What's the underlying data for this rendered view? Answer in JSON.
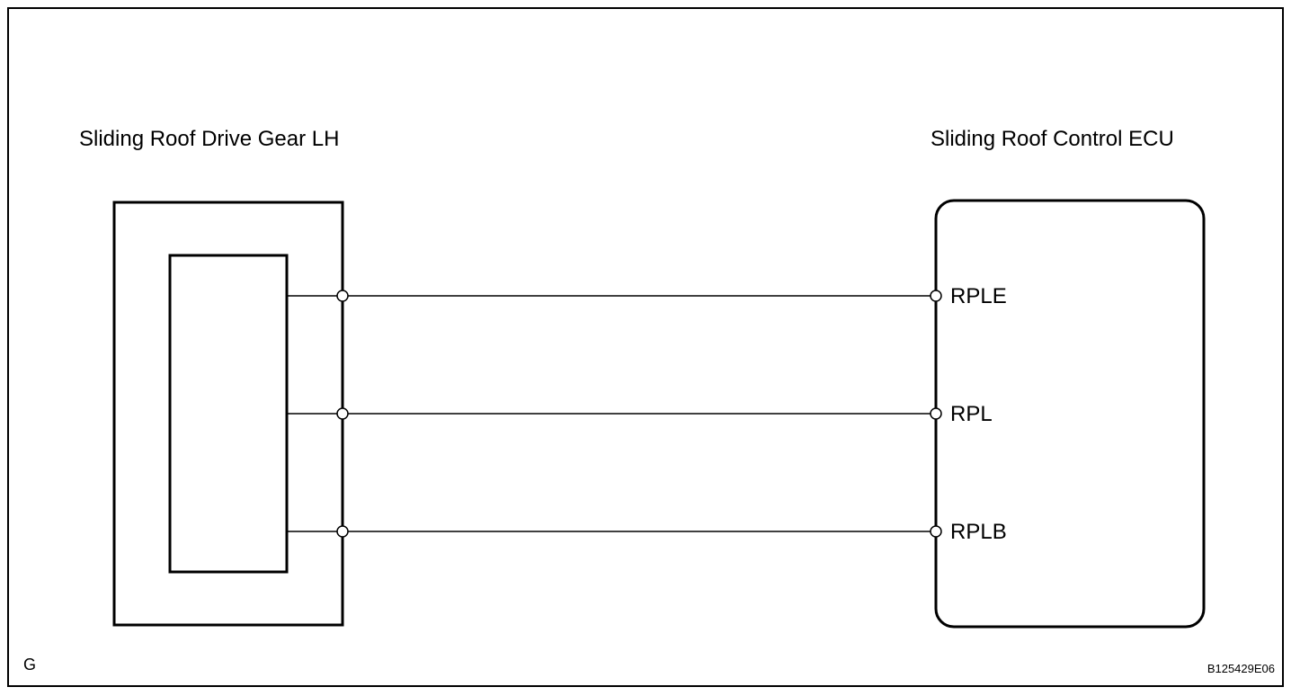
{
  "components": {
    "left": {
      "title": "Sliding Roof Drive Gear LH"
    },
    "right": {
      "title": "Sliding Roof Control ECU"
    }
  },
  "pins": [
    {
      "label": "RPLE"
    },
    {
      "label": "RPL"
    },
    {
      "label": "RPLB"
    }
  ],
  "corner_letter": "G",
  "figure_id": "B125429E06",
  "colors": {
    "line": "#000000",
    "background": "#ffffff"
  }
}
